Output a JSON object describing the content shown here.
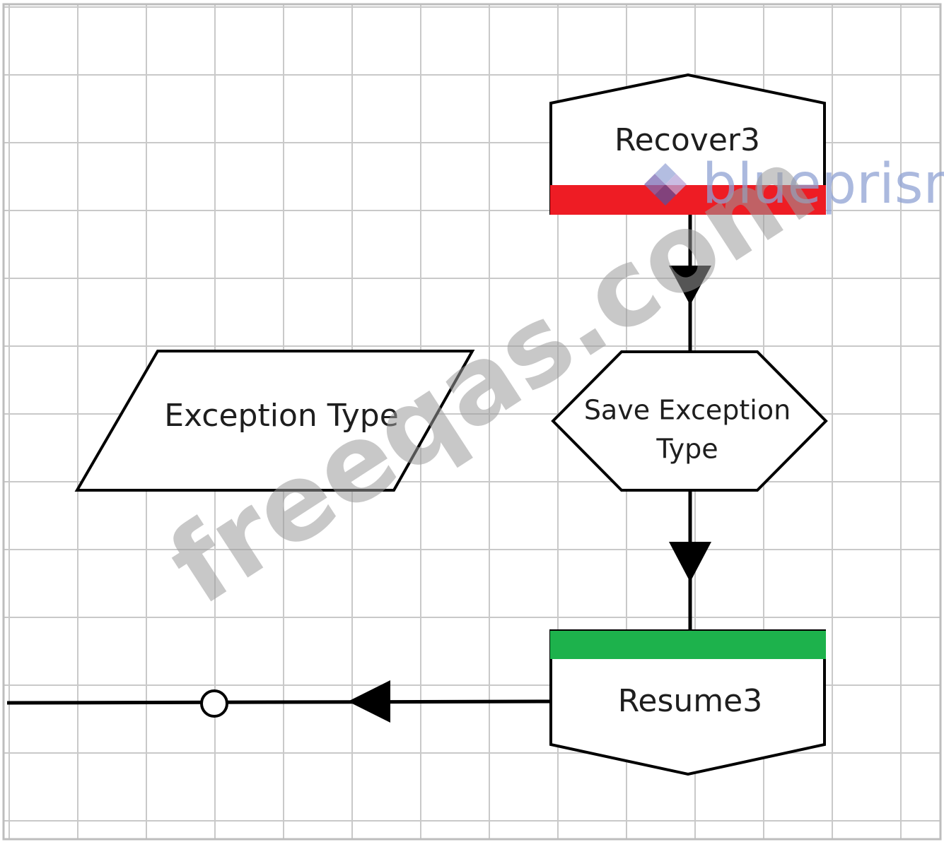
{
  "diagram": {
    "nodes": {
      "recover": {
        "label": "Recover3",
        "band_color": "#ee1c24"
      },
      "exception_data": {
        "label": "Exception Type"
      },
      "calculation": {
        "label_line1": "Save Exception",
        "label_line2": "Type"
      },
      "resume": {
        "label": "Resume3",
        "band_color": "#1db24c"
      }
    },
    "colors": {
      "grid": "#c9c9c9",
      "frame": "#bdbdbd",
      "stroke": "#000000"
    }
  },
  "watermarks": {
    "site": "freeqas.com",
    "brand": "blueprism"
  }
}
